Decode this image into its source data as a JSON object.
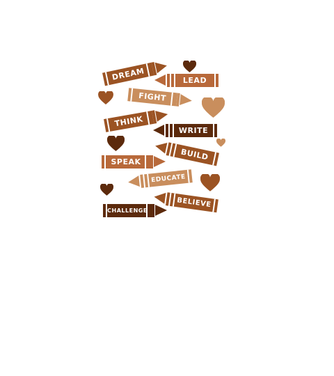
{
  "colors": {
    "dark": "#5c2a0c",
    "medium": "#9b5323",
    "rust": "#b8693a",
    "light": "#c98e5d"
  },
  "words": {
    "dream": "DREAM",
    "lead": "LEAD",
    "fight": "FIGHT",
    "think": "THINK",
    "write": "WRITE",
    "build": "BUILD",
    "speak": "SPEAK",
    "educate": "EDUCATE",
    "believe": "BELIEVE",
    "challenge": "CHALLENGE"
  },
  "icons": [
    "heart-icon"
  ]
}
